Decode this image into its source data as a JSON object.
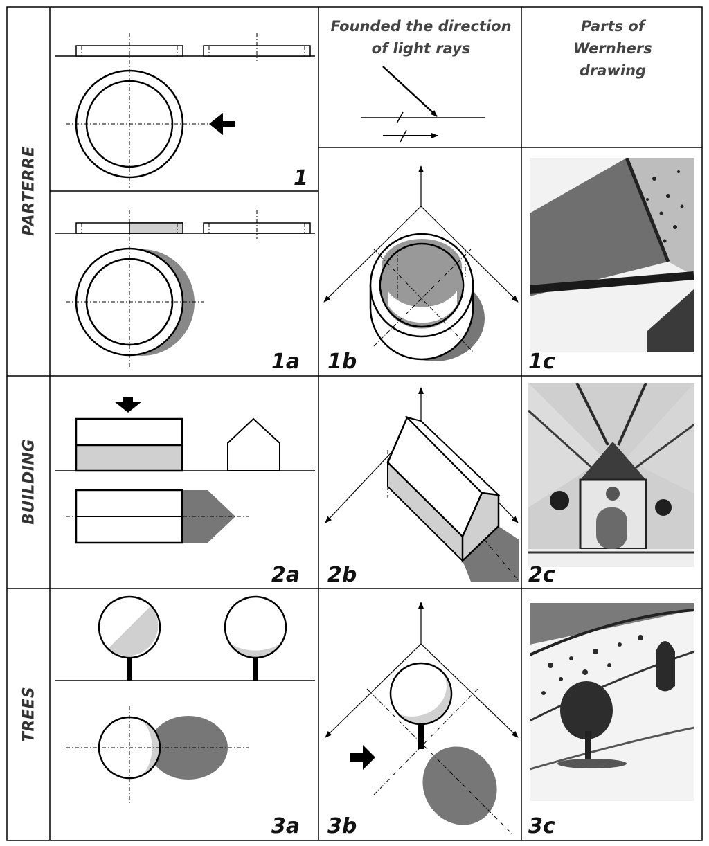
{
  "row_labels": [
    "PARTERRE",
    "BUILDING",
    "TREES"
  ],
  "header": {
    "light_rays_title": "Founded the direction of light rays",
    "wernher_title": "Parts of Wernhers drawing"
  },
  "panel_numbers": {
    "p1": "1",
    "p1a": "1a",
    "p1b": "1b",
    "p1c": "1c",
    "p2a": "2a",
    "p2b": "2b",
    "p2c": "2c",
    "p3a": "3a",
    "p3b": "3b",
    "p3c": "3c"
  },
  "colors": {
    "light_shade": "#d0d0d0",
    "dark_shadow": "#777777",
    "line": "#000000"
  }
}
